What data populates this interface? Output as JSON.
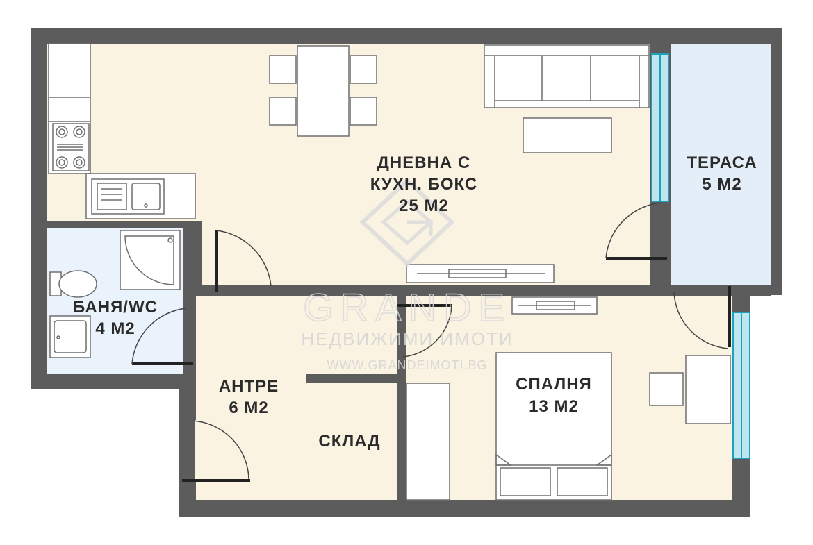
{
  "colors": {
    "wall": "#5c5c5c",
    "floor": "#faf3e2",
    "bathroom_floor": "#eaf2fb",
    "terrace_floor": "#e4eef8",
    "window": "#1aa3bf"
  },
  "rooms": {
    "living": {
      "line1": "ДНЕВНА С",
      "line2": "КУХН. БОКС",
      "area": "25 М2"
    },
    "terrace": {
      "name": "ТЕРАСА",
      "area": "5 М2"
    },
    "bathroom": {
      "name": "БАНЯ/WC",
      "area": "4 М2"
    },
    "hall": {
      "name": "АНТРЕ",
      "area": "6 М2"
    },
    "storage": {
      "name": "СКЛАД"
    },
    "bedroom": {
      "name": "СПАЛНЯ",
      "area": "13 М2"
    }
  },
  "watermark": {
    "brand": "GRANDE",
    "tagline": "НЕДВИЖИМИ ИМОТИ",
    "url": "WWW.GRANDEIMOTI.BG"
  }
}
